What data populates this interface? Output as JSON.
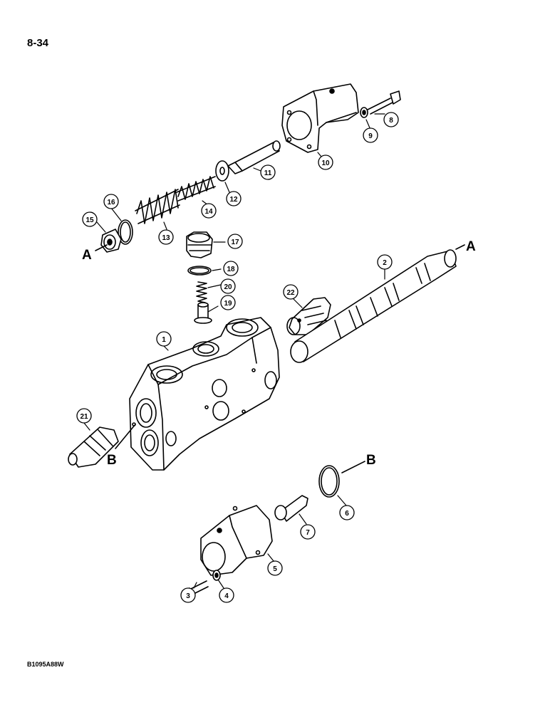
{
  "page_number": "8-34",
  "figure_code": "B1095A88W",
  "callouts": {
    "p1": "1",
    "p2": "2",
    "p3": "3",
    "p4": "4",
    "p5": "5",
    "p6": "6",
    "p7": "7",
    "p8": "8",
    "p9": "9",
    "p10": "10",
    "p11": "11",
    "p12": "12",
    "p13": "13",
    "p14": "14",
    "p15": "15",
    "p16": "16",
    "p17": "17",
    "p18": "18",
    "p19": "19",
    "p20": "20",
    "p21": "21",
    "p22": "22"
  },
  "reference_letters": {
    "a_left": "A",
    "a_right": "A",
    "b_left": "B",
    "b_right": "B"
  }
}
